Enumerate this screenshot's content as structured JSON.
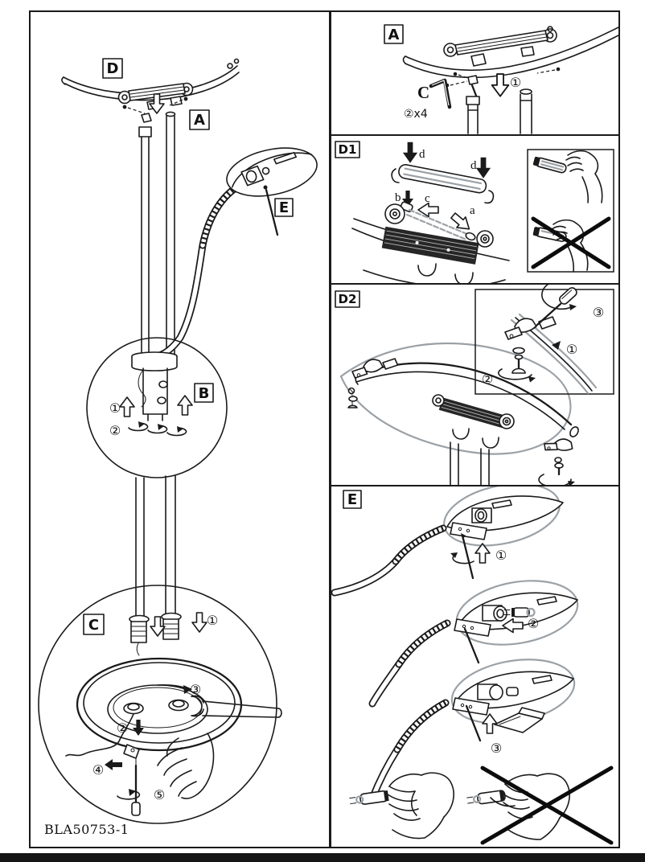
{
  "colors": {
    "ink": "#1a1a1a",
    "glass_gray": "#9ba1a6",
    "footer_bar": "#151515"
  },
  "footer": {
    "part_number": "BLA50753-1"
  },
  "overview": {
    "callouts": {
      "top_frame": "D",
      "poles": "A",
      "reading_lamp": "E",
      "mid_joint": "B",
      "base": "C"
    },
    "detail_b": {
      "step1": "①",
      "step2": "②"
    },
    "detail_c": {
      "step1": "①",
      "step2": "②",
      "step3": "③",
      "step4": "④",
      "step5": "⑤"
    }
  },
  "panel_a": {
    "label": "A",
    "step1": "①",
    "tool_label": "C",
    "screw_qty": "②x4"
  },
  "panel_d1": {
    "label": "D1",
    "arrow_top": "d",
    "arrow_right": "d",
    "arrow_b": "b",
    "arrow_c": "c",
    "arrow_a": "a"
  },
  "panel_d2": {
    "label": "D2",
    "step1": "①",
    "step2": "②",
    "step3": "③"
  },
  "panel_e": {
    "label": "E",
    "step1": "①",
    "step2": "②",
    "step3": "③"
  }
}
